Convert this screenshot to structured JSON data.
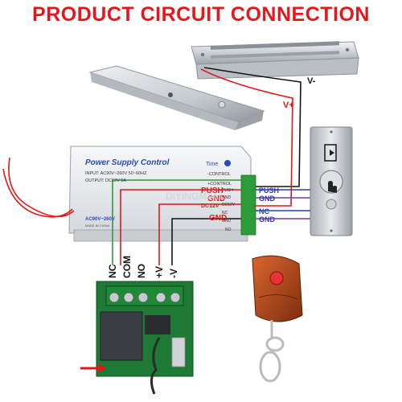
{
  "title": "PRODUCT CIRCUIT CONNECTION",
  "colors": {
    "title": "#e8161b",
    "wire_red": "#e01818",
    "wire_black": "#151515",
    "wire_green": "#2f9b3a",
    "wire_blue": "#2d3bb0",
    "wire_purple": "#7a3aa8",
    "ps_blue": "#2a4db8"
  },
  "lock_terminals": {
    "v_minus": "V-",
    "v_plus": "V+"
  },
  "power_supply": {
    "name": "Power Supply Control",
    "input": "INPUT: AC90V~260V 50~60HZ",
    "output": "OUTPUT: DC12V 5A",
    "time": "Time",
    "control_neg": "-CONTROL",
    "control_pos": "+CONTROL",
    "ac_range": "AC90V~260V",
    "made": "MADE IN CHINA",
    "terminals": {
      "push": "PUSH",
      "gnd": "GND",
      "dc12v": "DC12V",
      "nc": "NC",
      "gnd2": "GND",
      "no": "NO"
    }
  },
  "wire_labels": {
    "push": "PUSH",
    "gnd": "GND",
    "dc12v": "DC12V",
    "gnd2": "GND"
  },
  "exit_button_labels": {
    "push": "PUSH",
    "gnd": "GND",
    "nc": "NC",
    "gnd2": "GND"
  },
  "relay_pins": [
    "NC",
    "COM",
    "NO",
    "+V",
    "-V"
  ],
  "watermark": "DIYINGMALL"
}
